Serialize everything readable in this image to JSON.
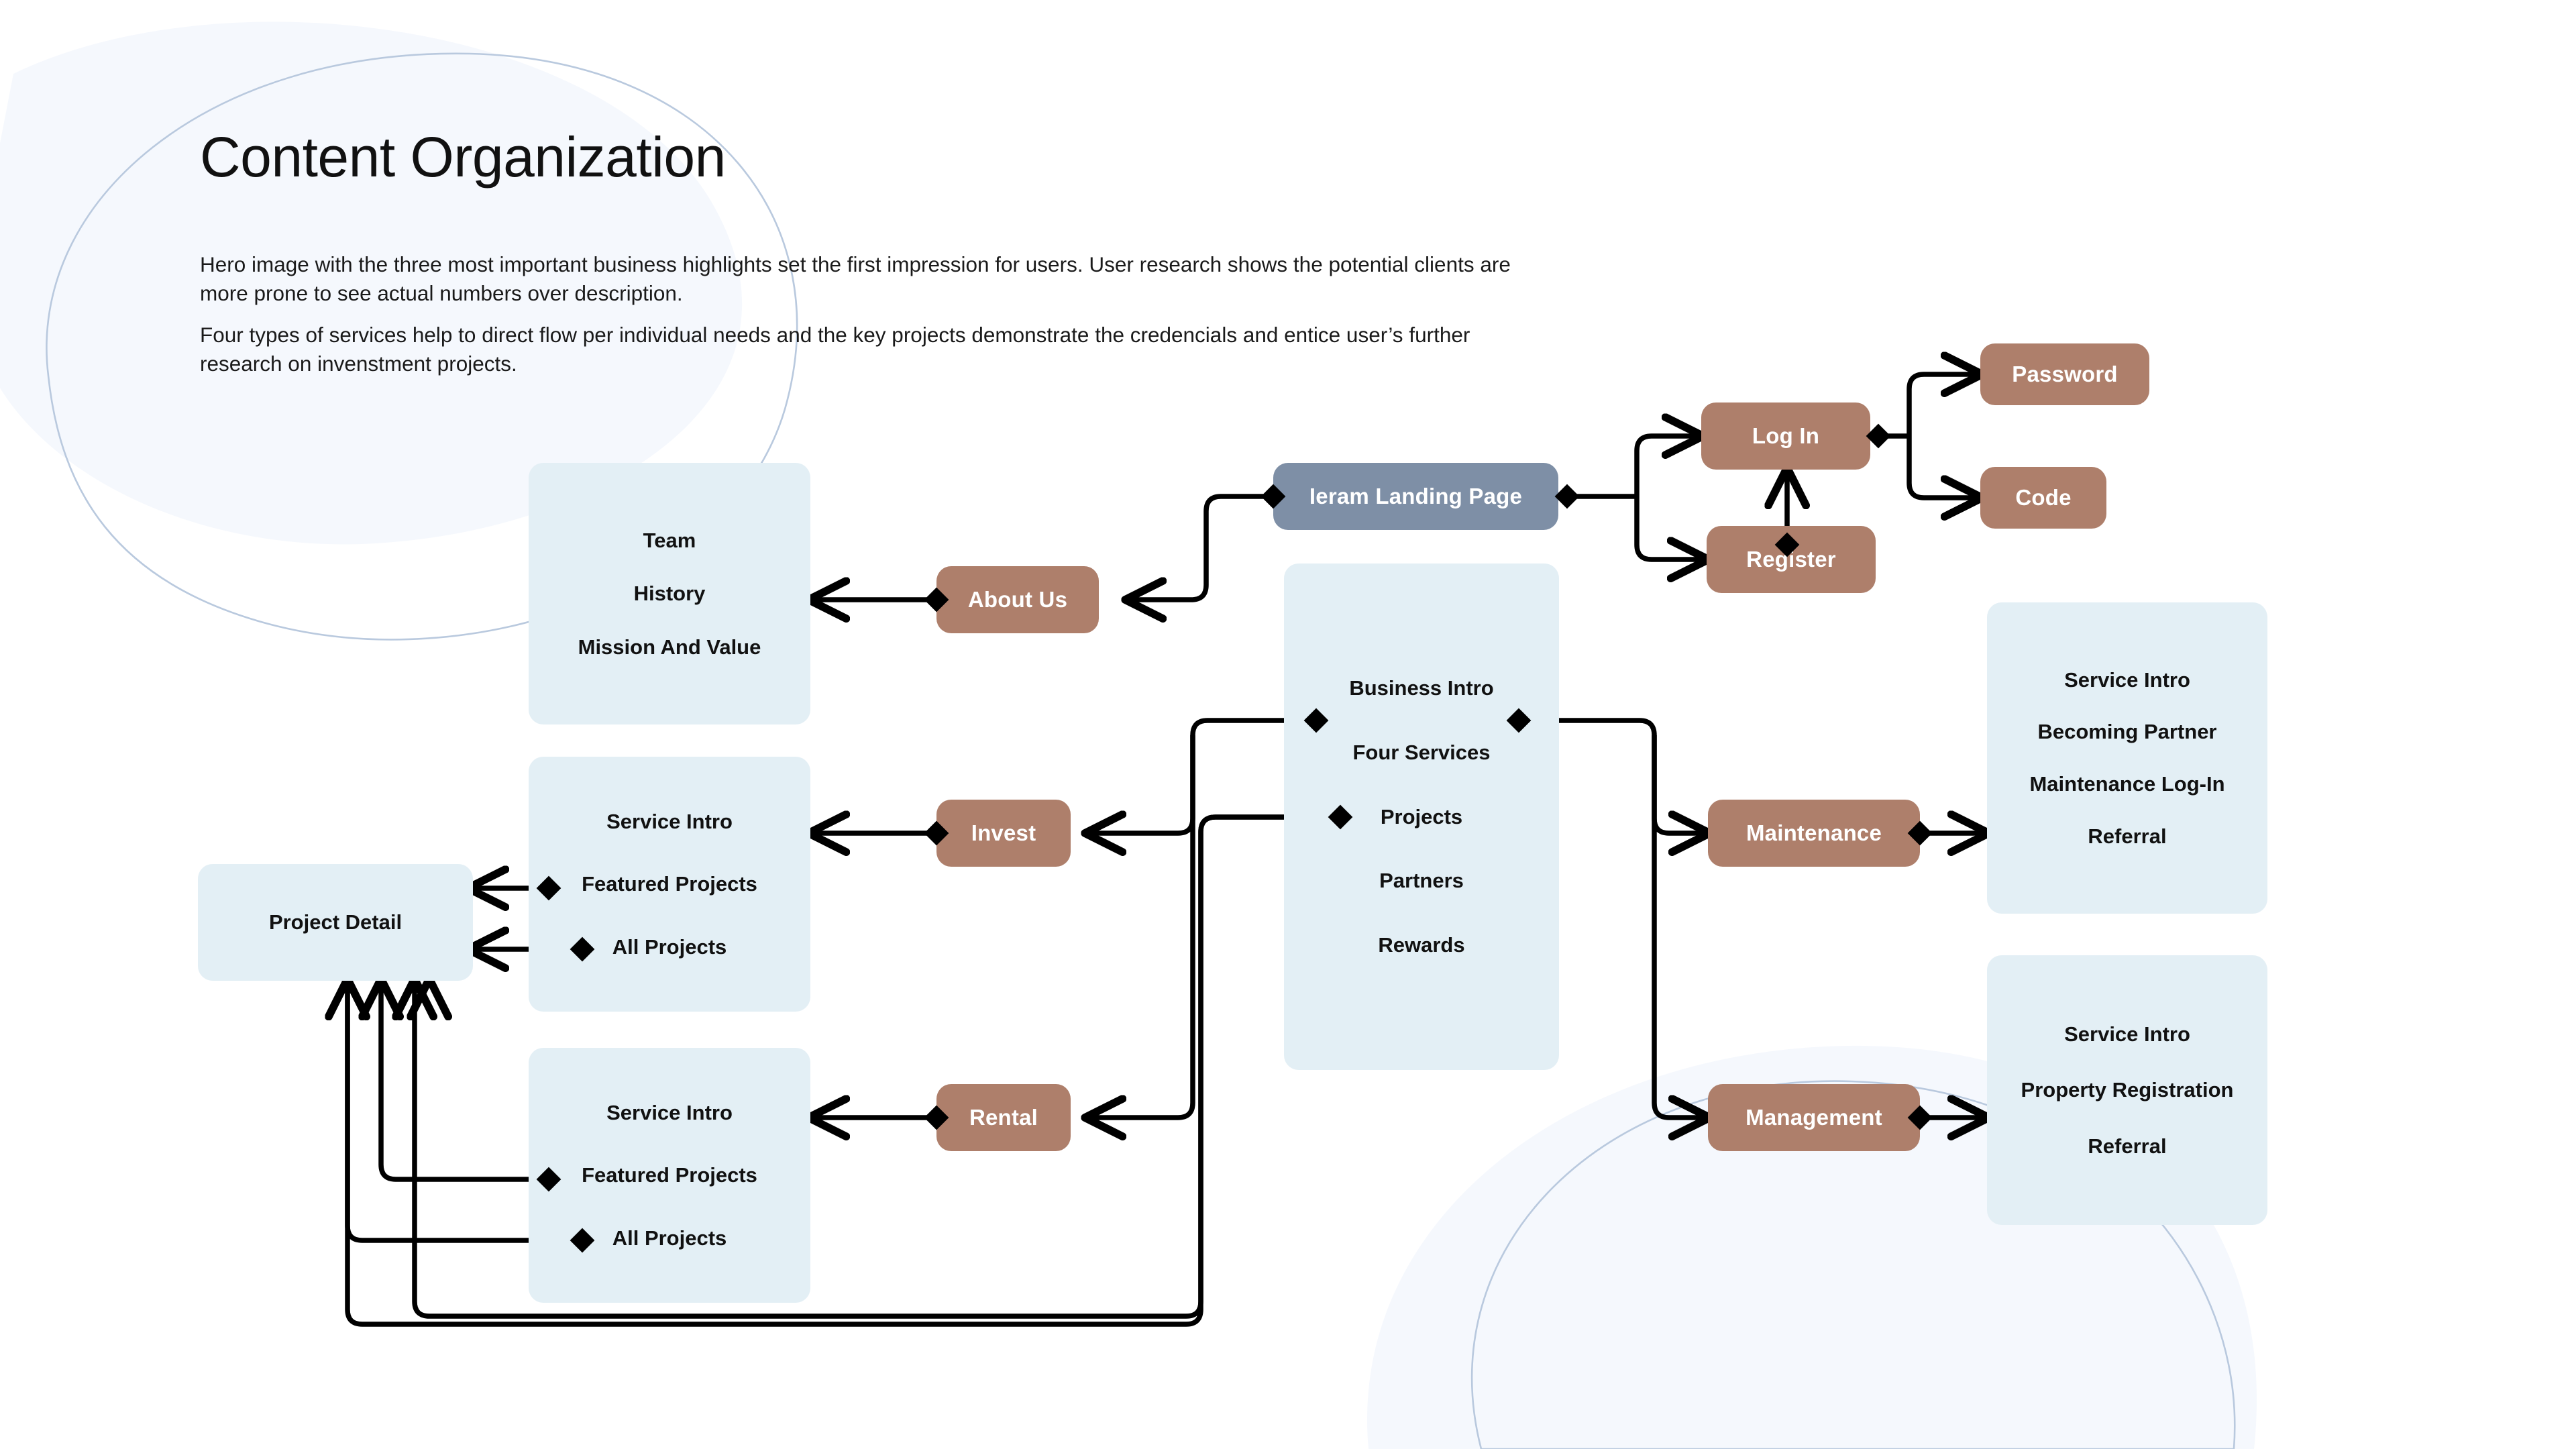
{
  "header": {
    "title": "Content Organization",
    "paragraphs": [
      "Hero image with the three most important business highlights set the first impression for users. User research shows the potential clients are more prone to see actual numbers over description.",
      "Four types of services help to direct flow per individual needs and the key projects demonstrate the credencials and entice user’s further research on invenstment projects."
    ]
  },
  "colors": {
    "pill_brown": "#ae7f6b",
    "pill_slate": "#7e8fa6",
    "panel_blue": "#e3eff5",
    "connector": "#000000",
    "page_bg": "#ffffff",
    "decor_fill": "#f5f8fd",
    "decor_stroke": "#b9c9de"
  },
  "diagram": {
    "type": "sitemap-flowchart",
    "root": {
      "label": "Ieram Landing Page",
      "style": "pill-slate"
    },
    "pills": [
      {
        "id": "log-in",
        "label": "Log In"
      },
      {
        "id": "register",
        "label": "Register"
      },
      {
        "id": "password",
        "label": "Password"
      },
      {
        "id": "code",
        "label": "Code"
      },
      {
        "id": "about-us",
        "label": "About Us"
      },
      {
        "id": "invest",
        "label": "Invest"
      },
      {
        "id": "rental",
        "label": "Rental"
      },
      {
        "id": "maintenance",
        "label": "Maintenance"
      },
      {
        "id": "management",
        "label": "Management"
      }
    ],
    "panels": [
      {
        "id": "about-panel",
        "title": "About Us Panel",
        "rows": [
          "Team",
          "History",
          "Mission And Value"
        ]
      },
      {
        "id": "business-panel",
        "title": "Business Intro Panel",
        "rows": [
          "Business Intro",
          "Four Services",
          "Projects",
          "Partners",
          "Rewards"
        ]
      },
      {
        "id": "invest-panel",
        "title": "Invest Panel",
        "rows": [
          "Service Intro",
          "Featured Projects",
          "All Projects"
        ]
      },
      {
        "id": "rental-panel",
        "title": "Rental Panel",
        "rows": [
          "Service Intro",
          "Featured Projects",
          "All Projects"
        ]
      },
      {
        "id": "maintenance-panel",
        "title": "Maintenance Panel",
        "rows": [
          "Service Intro",
          "Becoming Partner",
          "Maintenance Log-In",
          "Referral"
        ]
      },
      {
        "id": "management-panel",
        "title": "Management Panel",
        "rows": [
          "Service Intro",
          "Property Registration",
          "Referral"
        ]
      },
      {
        "id": "project-detail",
        "title": "Project Detail Panel",
        "rows": [
          "Project Detail"
        ]
      }
    ],
    "edges": [
      {
        "from": "ieram-landing-page",
        "to": "log-in"
      },
      {
        "from": "ieram-landing-page",
        "to": "register"
      },
      {
        "from": "register",
        "to": "log-in"
      },
      {
        "from": "log-in",
        "to": "password"
      },
      {
        "from": "log-in",
        "to": "code"
      },
      {
        "from": "ieram-landing-page",
        "to": "about-us"
      },
      {
        "from": "about-us",
        "to": "about-panel"
      },
      {
        "from": "four-services",
        "to": "invest"
      },
      {
        "from": "four-services",
        "to": "rental"
      },
      {
        "from": "four-services",
        "to": "maintenance"
      },
      {
        "from": "four-services",
        "to": "management"
      },
      {
        "from": "invest",
        "to": "invest-panel"
      },
      {
        "from": "rental",
        "to": "rental-panel"
      },
      {
        "from": "maintenance",
        "to": "maintenance-panel"
      },
      {
        "from": "management",
        "to": "management-panel"
      },
      {
        "from": "invest-featured-projects",
        "to": "project-detail"
      },
      {
        "from": "invest-all-projects",
        "to": "project-detail"
      },
      {
        "from": "rental-featured-projects",
        "to": "project-detail"
      },
      {
        "from": "rental-all-projects",
        "to": "project-detail"
      },
      {
        "from": "projects",
        "to": "project-detail"
      }
    ]
  }
}
